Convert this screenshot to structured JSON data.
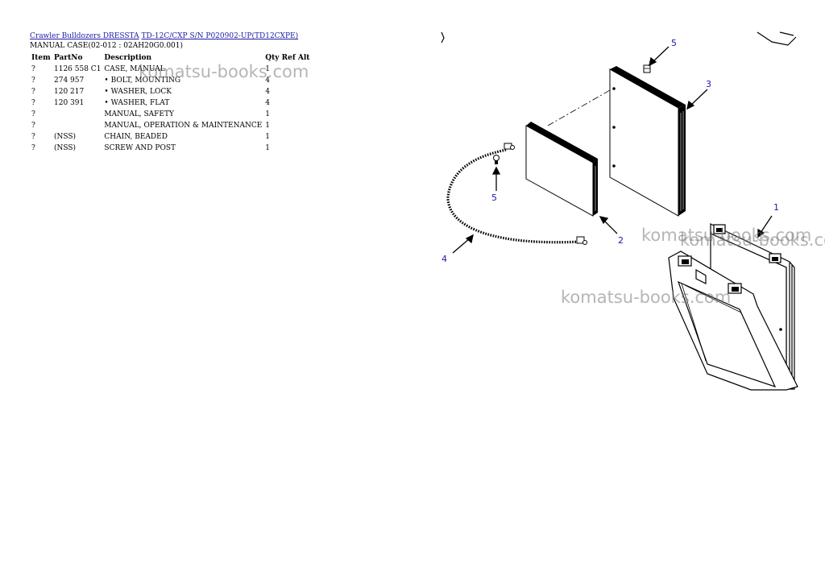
{
  "breadcrumb": {
    "link1": "Crawler Bulldozers DRESSTA",
    "link2": "TD-12C/CXP S/N P020902-UP(TD12CXPE)"
  },
  "page_title": "MANUAL CASE(02-012 : 02AH20G0.001)",
  "table": {
    "headers": {
      "item": "Item",
      "part_no": "PartNo",
      "description": "Description",
      "qty_ref_alt": "Qty Ref Alt"
    },
    "rows": [
      {
        "item": "?",
        "part_no": "1126 558 C1",
        "description": "CASE, MANUAL",
        "qty": "1"
      },
      {
        "item": "?",
        "part_no": "274 957",
        "description": "• BOLT, MOUNTING",
        "qty": "4"
      },
      {
        "item": "?",
        "part_no": "120 217",
        "description": "• WASHER, LOCK",
        "qty": "4"
      },
      {
        "item": "?",
        "part_no": "120 391",
        "description": "• WASHER, FLAT",
        "qty": "4"
      },
      {
        "item": "?",
        "part_no": "",
        "description": "MANUAL, SAFETY",
        "qty": "1"
      },
      {
        "item": "?",
        "part_no": "",
        "description": "MANUAL, OPERATION & MAINTENANCE",
        "qty": "1"
      },
      {
        "item": "?",
        "part_no": "(NSS)",
        "description": "CHAIN, BEADED",
        "qty": "1"
      },
      {
        "item": "?",
        "part_no": "(NSS)",
        "description": "SCREW AND POST",
        "qty": "1"
      }
    ]
  },
  "watermark_text": "komatsu-books.com",
  "diagram": {
    "callouts": {
      "c1": "1",
      "c2": "2",
      "c3": "3",
      "c4": "4",
      "c5a": "5",
      "c5b": "5"
    }
  },
  "colors": {
    "link": "#1a1aa8",
    "callout": "#1a1aa8",
    "watermark": "#9a9a9a"
  }
}
